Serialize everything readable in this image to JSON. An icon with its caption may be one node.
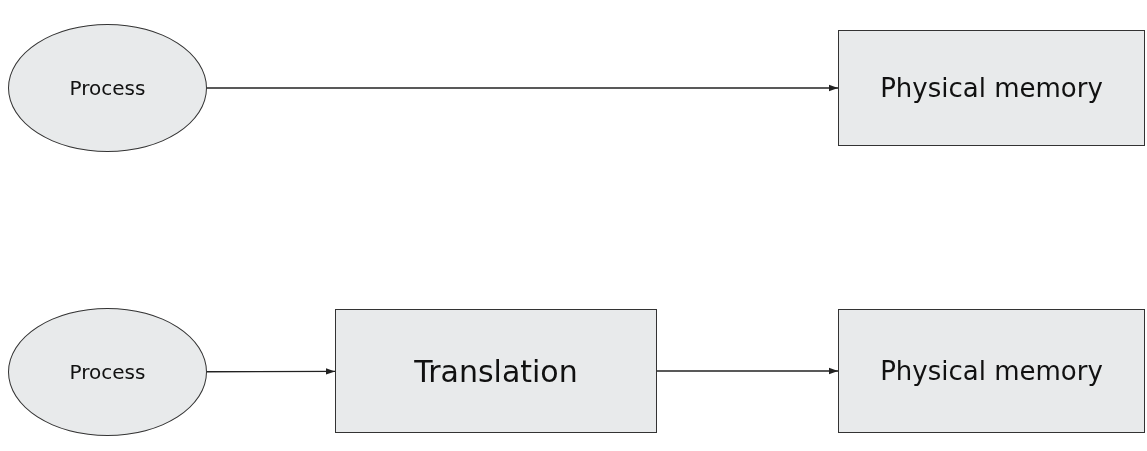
{
  "diagram": {
    "nodes": [
      {
        "text": [
          "Process"
        ]
      },
      {
        "text": [
          "Physical memory"
        ]
      },
      {
        "text": [
          "Process"
        ]
      },
      {
        "text": [
          "Translation"
        ]
      },
      {
        "text": [
          "Physical memory"
        ]
      }
    ],
    "edges": [
      {
        "from": 0,
        "to": 1,
        "arrow": "to"
      },
      {
        "from": 2,
        "to": 3,
        "arrow": "to"
      },
      {
        "from": 3,
        "to": 4,
        "arrow": "to"
      }
    ]
  }
}
